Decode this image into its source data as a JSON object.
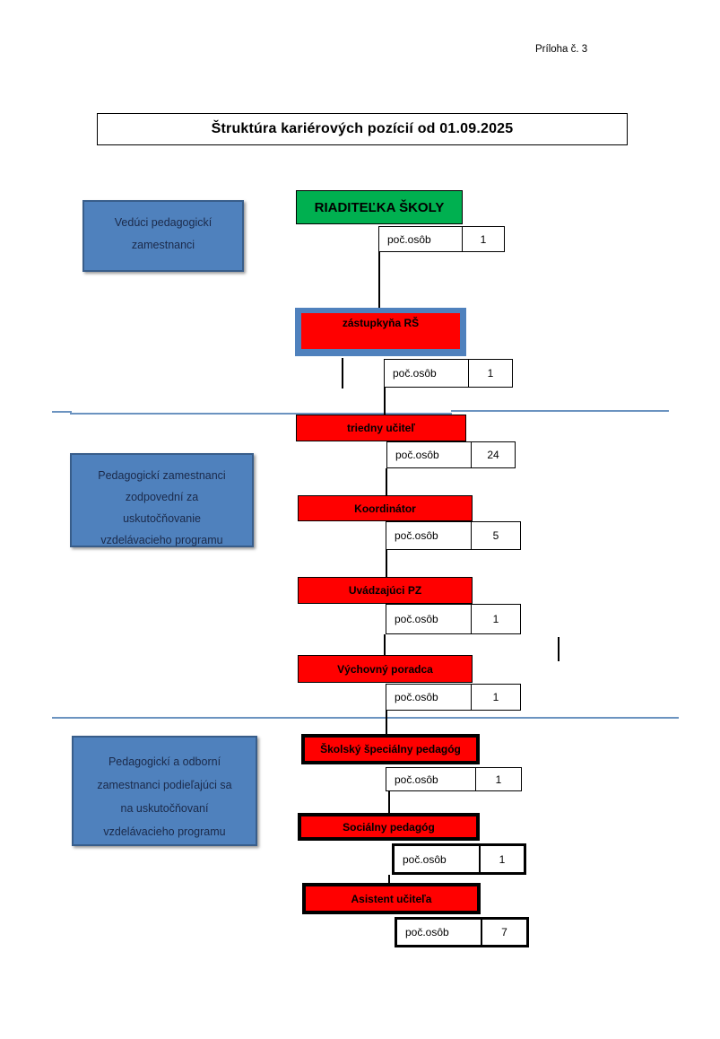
{
  "page": {
    "annotation": "Príloha č. 3",
    "title": "Štruktúra kariérových pozícií od 01.09.2025"
  },
  "labels": {
    "count_label": "poč.osôb"
  },
  "groups": [
    {
      "name": "veduci-pedagogicki-zamestnanci",
      "lines": [
        "Vedúci pedagogickí",
        "zamestnanci"
      ]
    },
    {
      "name": "pedagogicki-zamestnanci-zodpovedni",
      "lines": [
        "Pedagogickí zamestnanci",
        "zodpovední za",
        "uskutočňovanie",
        "vzdelávacieho programu"
      ]
    },
    {
      "name": "pedagogicki-a-odborni-zamestnanci",
      "lines": [
        "Pedagogickí  a odborní",
        "zamestnanci podieľajúci sa",
        "na uskutočňovaní",
        "vzdelávacieho programu"
      ]
    }
  ],
  "positions": [
    {
      "id": "riaditelka",
      "title": "RIADITEĽKA ŠKOLY",
      "count": "1"
    },
    {
      "id": "zastupkyna",
      "title": "zástupkyňa RŠ",
      "count": "1"
    },
    {
      "id": "triedny-ucitel",
      "title": "triedny učiteľ",
      "count": "24"
    },
    {
      "id": "koordinator",
      "title": "Koordinátor",
      "count": "5"
    },
    {
      "id": "uvadzajuci-pz",
      "title": "Uvádzajúci PZ",
      "count": "1"
    },
    {
      "id": "vychovny-poradca",
      "title": "Výchovný poradca",
      "count": "1"
    },
    {
      "id": "skolsky-specialny-pedagog",
      "title": "Školský špeciálny pedagóg",
      "count": "1"
    },
    {
      "id": "socialny-pedagog",
      "title": "Sociálny pedagóg",
      "count": "1"
    },
    {
      "id": "asistent-ucitela",
      "title": "Asistent učiteľa",
      "count": "7"
    }
  ],
  "colors": {
    "director_green": "#00B050",
    "position_red": "#FF0000",
    "group_blue_fill": "#4F81BD",
    "group_blue_border": "#385D8A",
    "divider_blue": "#6B93C0"
  }
}
